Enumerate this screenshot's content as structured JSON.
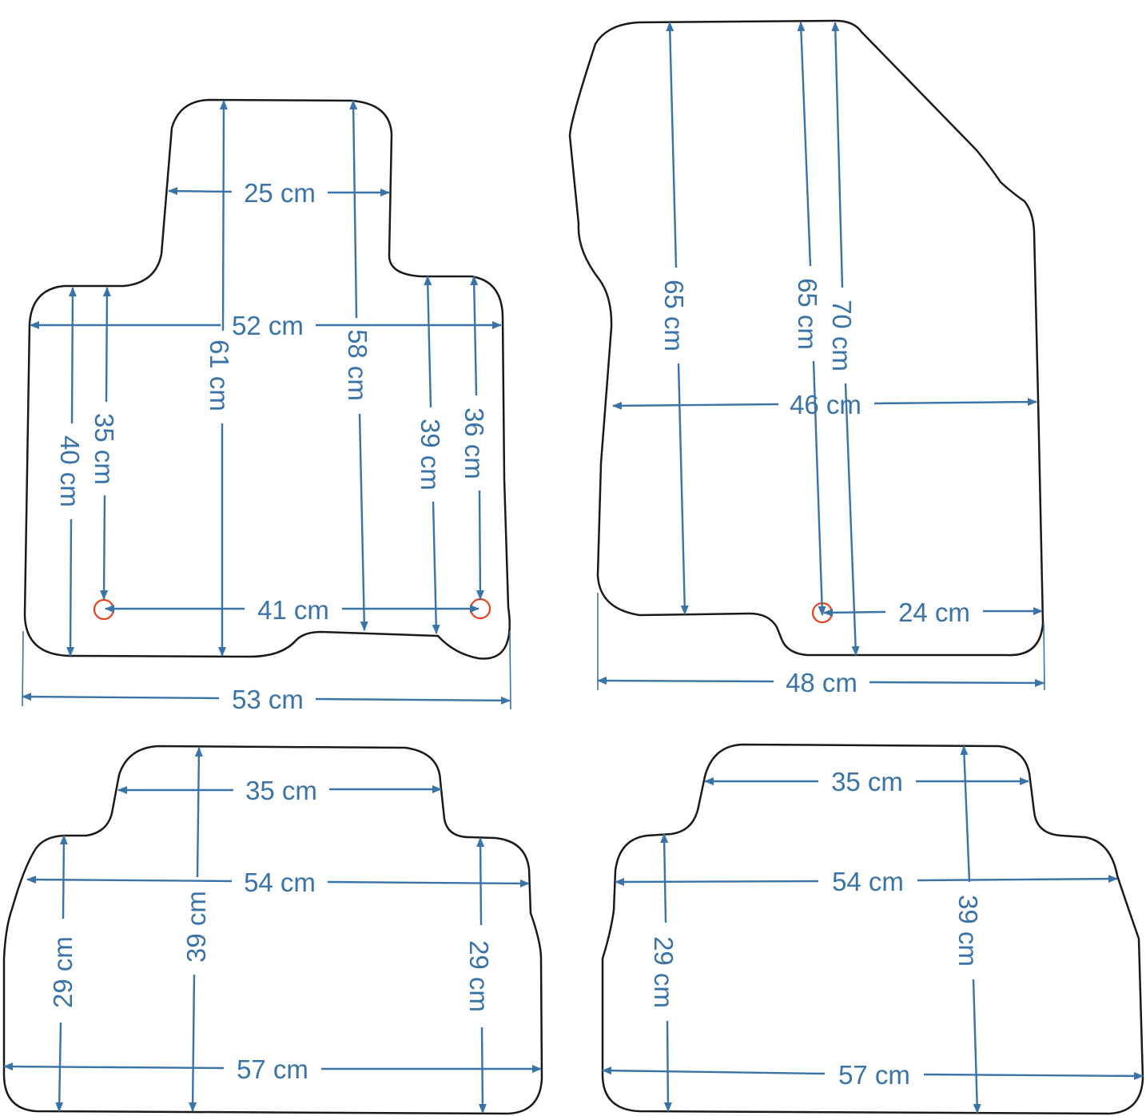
{
  "colors": {
    "outline": "#1a1a1a",
    "dimension": "#3a73a8",
    "marker": "#e8401c",
    "background": "#ffffff"
  },
  "mats": {
    "front_left": {
      "upper_width": "25 cm",
      "width": "52 cm",
      "center_left_length": "61 cm",
      "center_right_length": "58 cm",
      "outer_left_length": "40 cm",
      "inner_left_length": "35 cm",
      "inner_right_length": "39 cm",
      "outer_right_length": "36 cm",
      "fixing_spacing": "41 cm",
      "overall_width": "53 cm"
    },
    "front_right": {
      "left_length": "65 cm",
      "right_length": "65 cm",
      "max_length": "70 cm",
      "width": "46 cm",
      "fixing_offset": "24 cm",
      "overall_width": "48 cm"
    },
    "rear_left": {
      "top_width": "35 cm",
      "middle_width": "54 cm",
      "center_length": "39 cm",
      "left_length": "29 cm",
      "right_length": "29 cm",
      "bottom_width": "57 cm"
    },
    "rear_right": {
      "top_width": "35 cm",
      "middle_width": "54 cm",
      "right_length": "39 cm",
      "left_length": "29 cm",
      "bottom_width": "57 cm"
    }
  }
}
